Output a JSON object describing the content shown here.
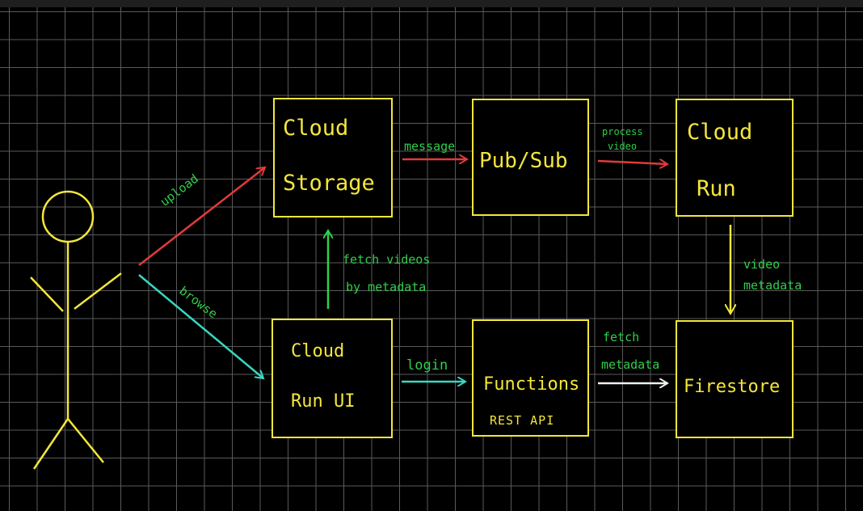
{
  "nodes": {
    "cloud_storage": {
      "line1": "Cloud",
      "line2": "Storage"
    },
    "pub_sub": {
      "label": "Pub/Sub"
    },
    "cloud_run": {
      "line1": "Cloud",
      "line2": "Run"
    },
    "cloud_run_ui": {
      "line1": "Cloud",
      "line2": "Run UI"
    },
    "functions": {
      "line1": "Functions",
      "line2": "REST API"
    },
    "firestore": {
      "label": "Firestore"
    }
  },
  "edges": {
    "upload": {
      "label": "upload",
      "color": "#e23a3a"
    },
    "browse": {
      "label": "browse",
      "color": "#3ad6c2"
    },
    "message": {
      "label": "message",
      "color": "#e23a3a"
    },
    "process_video": {
      "line1": "process",
      "line2": "video",
      "color": "#e23a3a"
    },
    "fetch_videos": {
      "line1": "fetch videos",
      "line2": "by metadata",
      "color": "#2fcf4a"
    },
    "video_metadata": {
      "line1": "video",
      "line2": "metadata",
      "color": "#f4e63c"
    },
    "login": {
      "label": "login",
      "color": "#3ad6c2"
    },
    "fetch_metadata": {
      "line1": "fetch",
      "line2": "metadata",
      "color": "#f0f0f0"
    }
  },
  "colors": {
    "box_stroke": "#f4e63c",
    "stick_figure": "#f4e63c",
    "grid": "#5a5a5a",
    "background": "#000000"
  }
}
